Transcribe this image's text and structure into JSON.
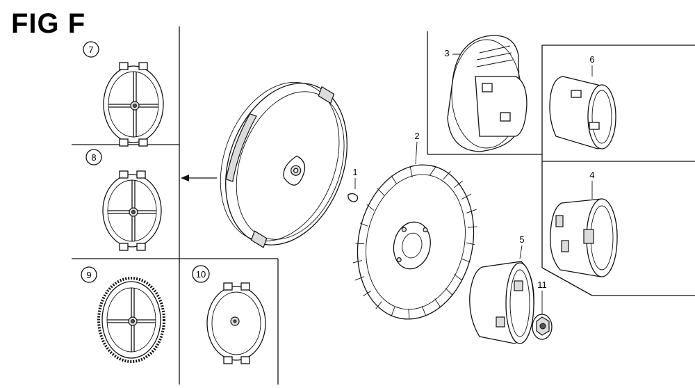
{
  "figure": {
    "title": "FIG F"
  },
  "callouts": [
    {
      "number": "7"
    },
    {
      "number": "8"
    },
    {
      "number": "9"
    },
    {
      "number": "10"
    },
    {
      "number": "1"
    },
    {
      "number": "2"
    },
    {
      "number": "3"
    },
    {
      "number": "4"
    },
    {
      "number": "5"
    },
    {
      "number": "6"
    },
    {
      "number": "11"
    }
  ]
}
